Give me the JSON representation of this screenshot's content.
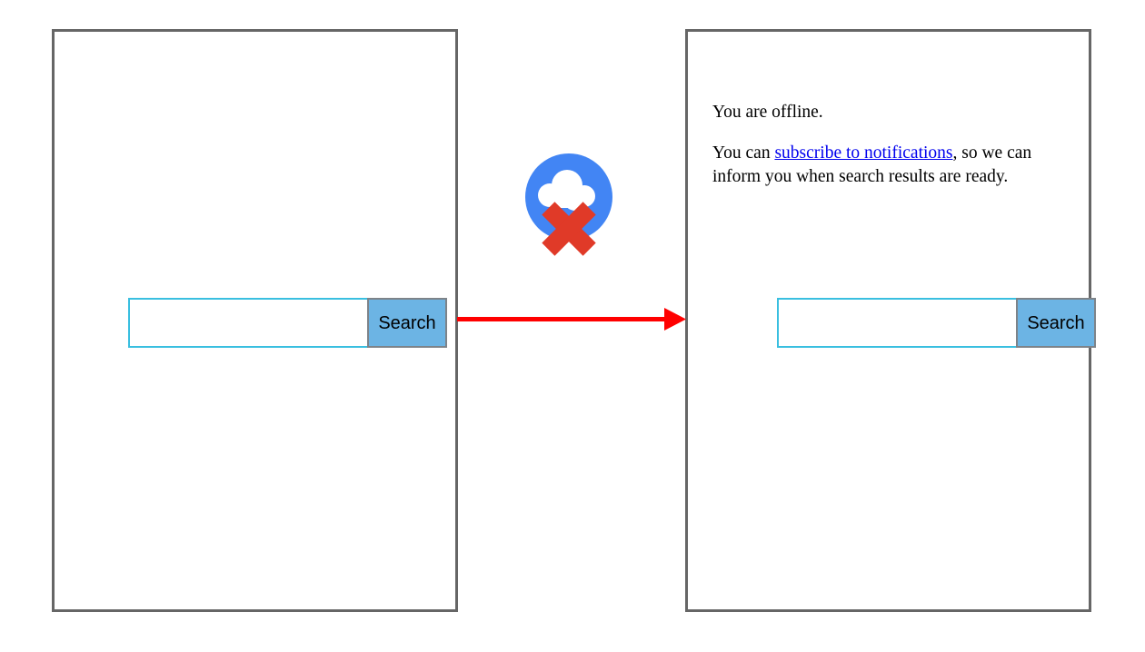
{
  "diagram": {
    "title": "Offline search flow",
    "colors": {
      "panel_border": "#666666",
      "arrow": "#ff0000",
      "input_border": "#39bfe0",
      "button_fill": "#6cb4e4",
      "button_border": "#7d8389",
      "cloud_circle": "#4285f4",
      "cloud_fill": "#ffffff",
      "cross": "#e03a28",
      "link": "#0000ee",
      "text": "#000000"
    }
  },
  "panel_before": {
    "name": "Search screen before going offline",
    "search": {
      "input_value": "",
      "placeholder": "",
      "button_label": "Search"
    }
  },
  "panel_after": {
    "name": "Search screen after going offline",
    "message": {
      "line1": "You are offline.",
      "line2_prefix": "You can ",
      "line2_link": "subscribe to notifications",
      "line2_suffix": ", so we can inform you when search results are ready."
    },
    "search": {
      "input_value": "",
      "placeholder": "",
      "button_label": "Search"
    }
  },
  "offline_icon": {
    "name": "offline-cloud-icon",
    "circle_color": "#4285f4",
    "cloud_color": "#ffffff",
    "cross_color": "#e03a28"
  },
  "arrow": {
    "name": "flow-arrow",
    "color": "#ff0000",
    "direction": "left-to-right"
  }
}
